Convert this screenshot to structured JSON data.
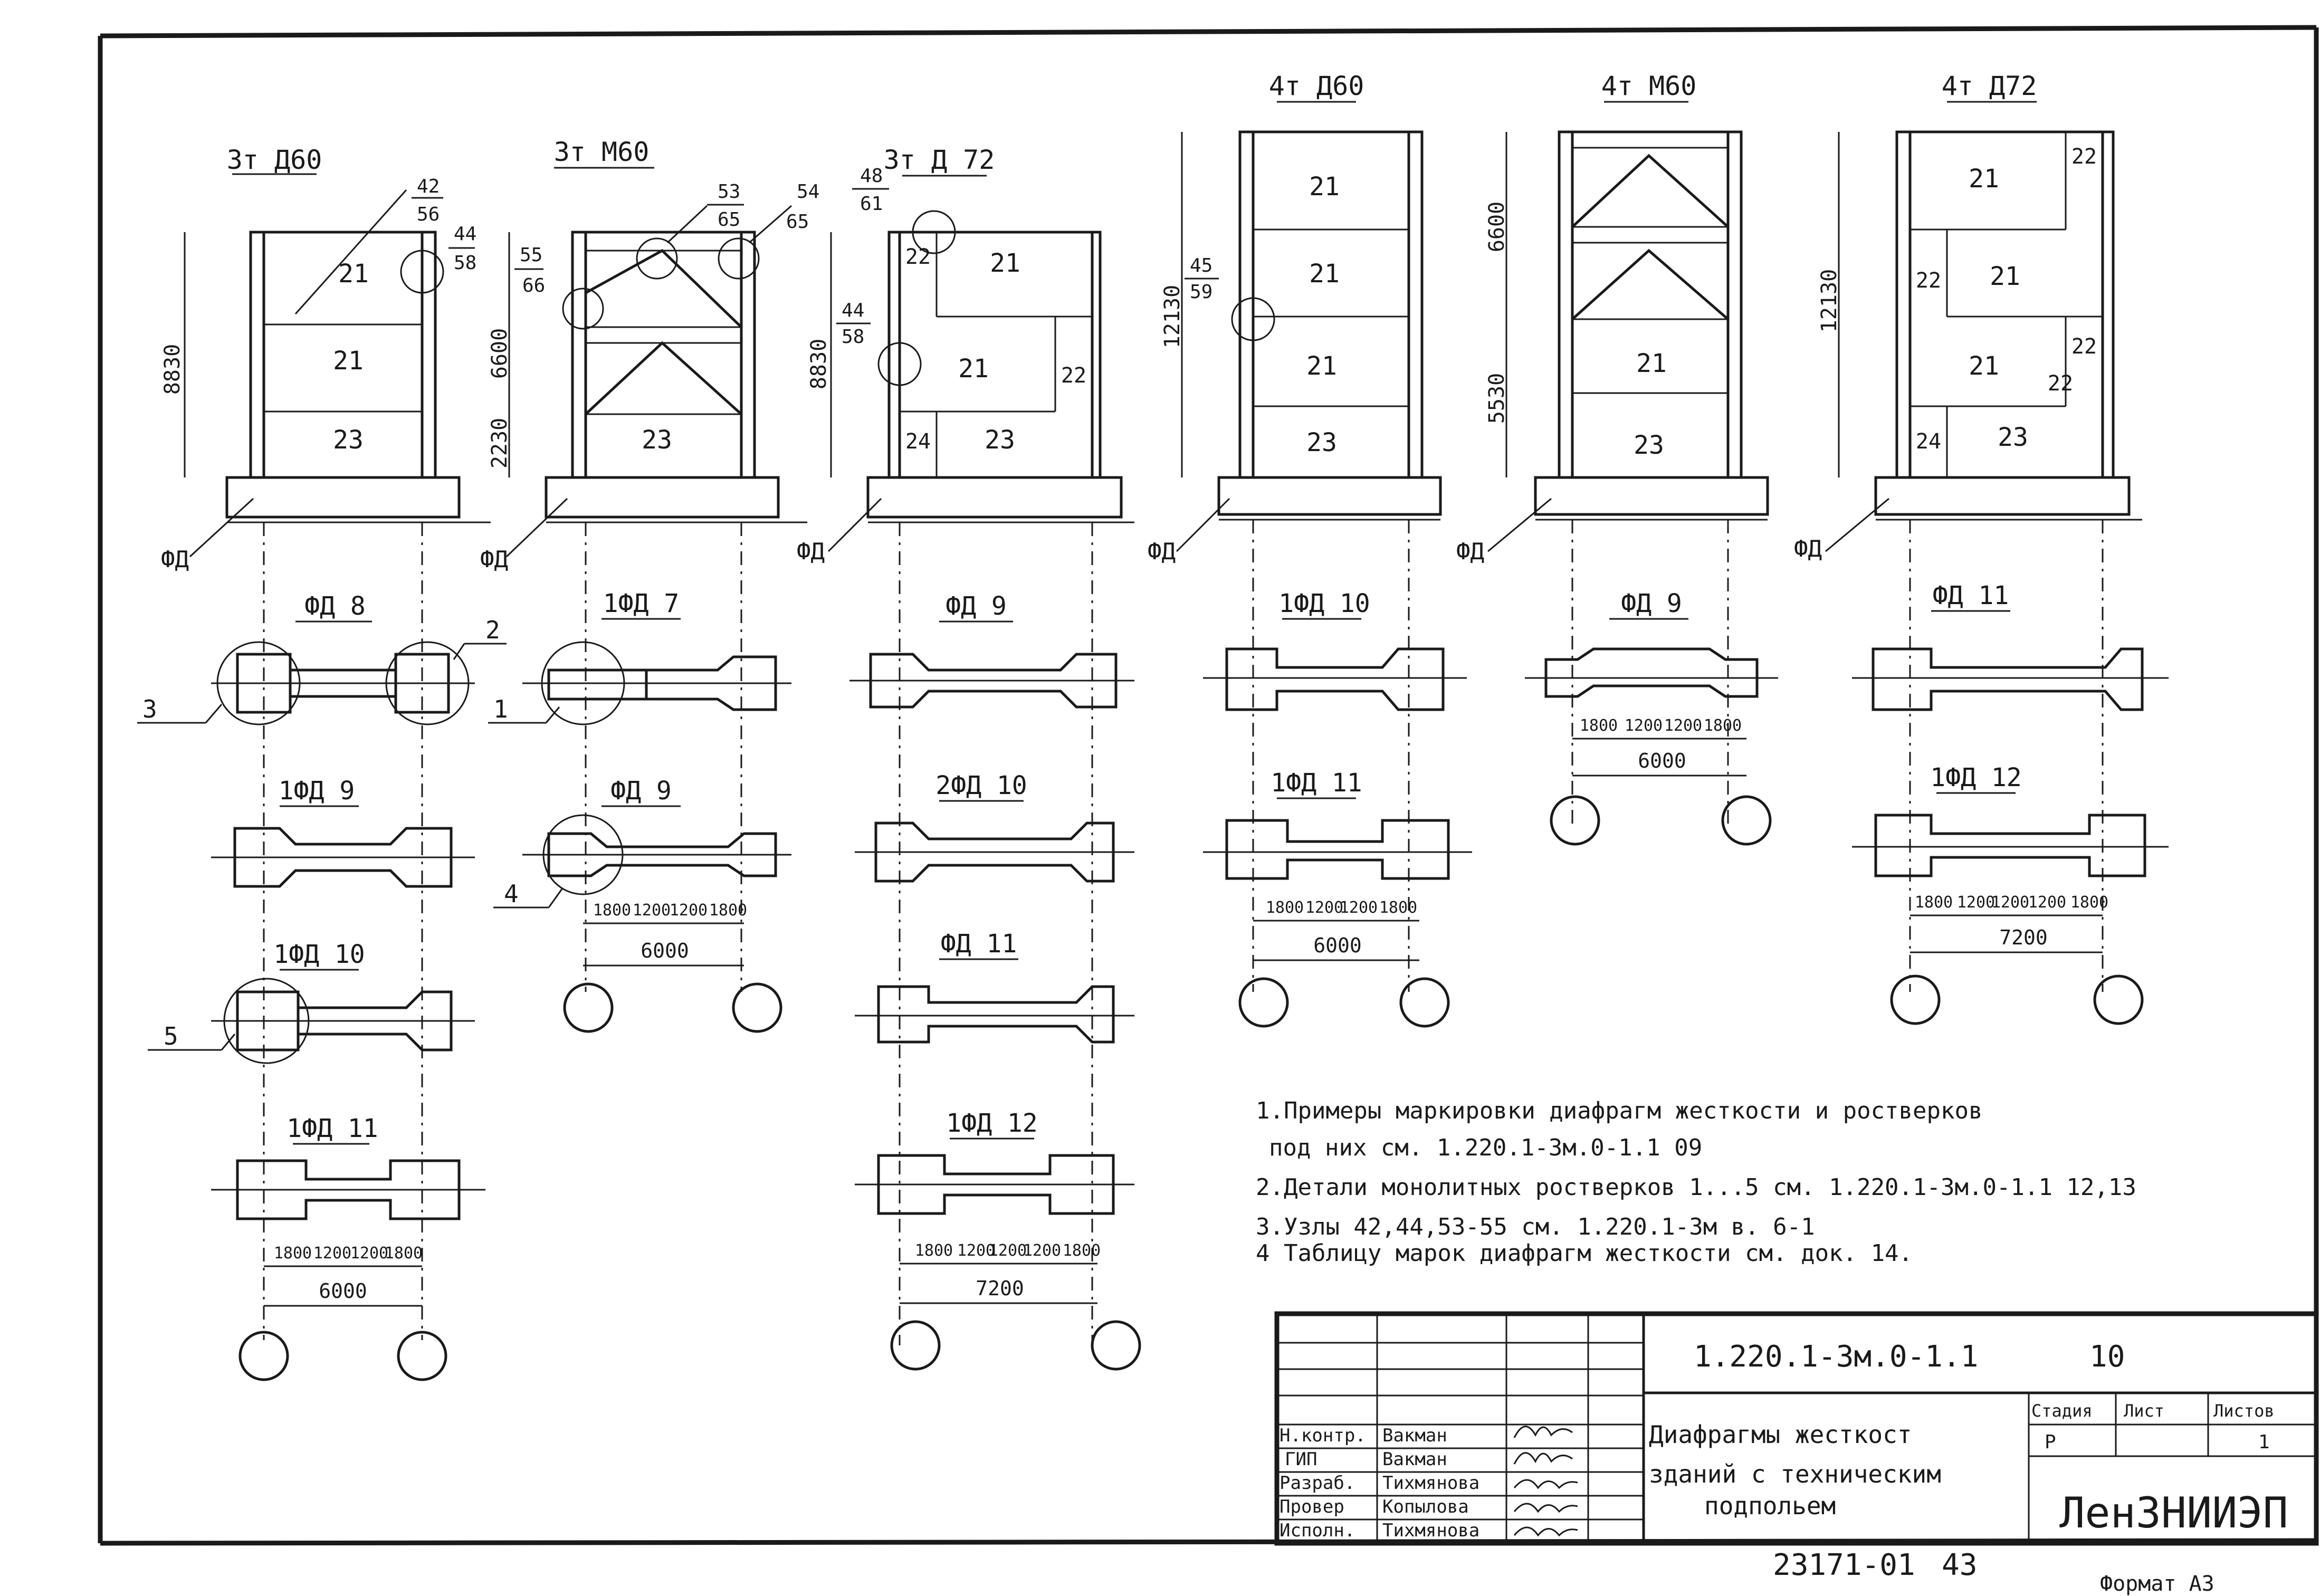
{
  "elevations": [
    {
      "id": "el1",
      "title": "3т Д60",
      "dim_total": "8830",
      "footing": "ФД",
      "panels": [
        "21",
        "21",
        "23"
      ],
      "callouts": [
        {
          "top": "42",
          "bottom": "56"
        },
        {
          "top": "44",
          "bottom": "58"
        }
      ]
    },
    {
      "id": "el2",
      "title": "3т М60",
      "dim_top": "6600",
      "dim_bottom": "2230",
      "footing": "ФД",
      "panels": [
        "23"
      ],
      "callouts": [
        {
          "top": "53",
          "bottom": "65"
        },
        {
          "top": "54",
          "bottom": "65"
        },
        {
          "top": "55",
          "bottom": "66"
        }
      ]
    },
    {
      "id": "el3",
      "title": "3т Д 72",
      "dim_total": "8830",
      "footing": "ФД",
      "panels": [
        "21",
        "21",
        "23"
      ],
      "small_panels": [
        "22",
        "22",
        "24"
      ],
      "callouts": [
        {
          "top": "48",
          "bottom": "61"
        },
        {
          "top": "44",
          "bottom": "58"
        }
      ]
    },
    {
      "id": "el4",
      "title": "4т Д60",
      "dim_total": "12130",
      "footing": "ФД",
      "panels": [
        "21",
        "21",
        "21",
        "23"
      ],
      "callouts": [
        {
          "top": "45",
          "bottom": "59"
        }
      ]
    },
    {
      "id": "el5",
      "title": "4т М60",
      "dim_top": "6600",
      "dim_bottom": "5530",
      "footing": "ФД",
      "panels": [
        "21",
        "23"
      ]
    },
    {
      "id": "el6",
      "title": "4т Д72",
      "dim_total": "12130",
      "footing": "ФД",
      "panels": [
        "21",
        "21",
        "21",
        "23"
      ],
      "small_panels": [
        "22",
        "22",
        "22",
        "22",
        "24"
      ]
    }
  ],
  "plans": {
    "col1": [
      {
        "title": "ФД 8"
      },
      {
        "title": "1ФД 9"
      },
      {
        "title": "1ФД 10"
      },
      {
        "title": "1ФД 11"
      }
    ],
    "col2": [
      {
        "title": "1ФД 7"
      },
      {
        "title": "ФД 9"
      }
    ],
    "col3": [
      {
        "title": "ФД 9"
      },
      {
        "title": "2ФД 10"
      },
      {
        "title": "ФД 11"
      },
      {
        "title": "1ФД 12"
      }
    ],
    "col4": [
      {
        "title": "1ФД 10"
      },
      {
        "title": "1ФД 11"
      }
    ],
    "col5": [
      {
        "title": "ФД 9"
      }
    ],
    "col6": [
      {
        "title": "ФД 11"
      },
      {
        "title": "1ФД 12"
      }
    ]
  },
  "detail_marks": [
    "1",
    "2",
    "3",
    "4",
    "5"
  ],
  "dims": {
    "sub_6000": [
      "1800",
      "1200",
      "1200",
      "1800"
    ],
    "total_6000": "6000",
    "sub_7200": [
      "1800",
      "1200",
      "1200",
      "1200",
      "1800"
    ],
    "total_7200": "7200"
  },
  "notes": [
    "1.Примеры маркировки диафрагм жесткости и ростверков",
    "под них см. 1.220.1-3м.0-1.1 09",
    "2.Детали монолитных ростверков 1...5 см. 1.220.1-3м.0-1.1 12,13",
    "3.Узлы 42,44,53-55 см. 1.220.1-3м в. 6-1",
    "4 Таблицу марок диафрагм жесткости см. док. 14."
  ],
  "title_block": {
    "doc_code": "1.220.1-3м.0-1.1",
    "sheet_no": "10",
    "roles": [
      "Н.контр.",
      "ГИП",
      "Разраб.",
      "Провер",
      "Исполн."
    ],
    "names": [
      "Вакман",
      "Вакман",
      "Тихмянова",
      "Копылова",
      "Тихмянова"
    ],
    "signatures": [
      "Вак",
      "Вак",
      "Тих",
      "Коп",
      "Тих"
    ],
    "description": [
      "Диафрагмы жесткост",
      "зданий с техническим",
      "подпольем"
    ],
    "stage_label": "Стадия",
    "sheet_label": "Лист",
    "sheets_label": "Листов",
    "stage_value": "Р",
    "sheets_value": "1",
    "org": "ЛенЗНИИЭП"
  },
  "footer": {
    "archive_no": "23171-01",
    "page": "43",
    "format": "Формат А3"
  }
}
